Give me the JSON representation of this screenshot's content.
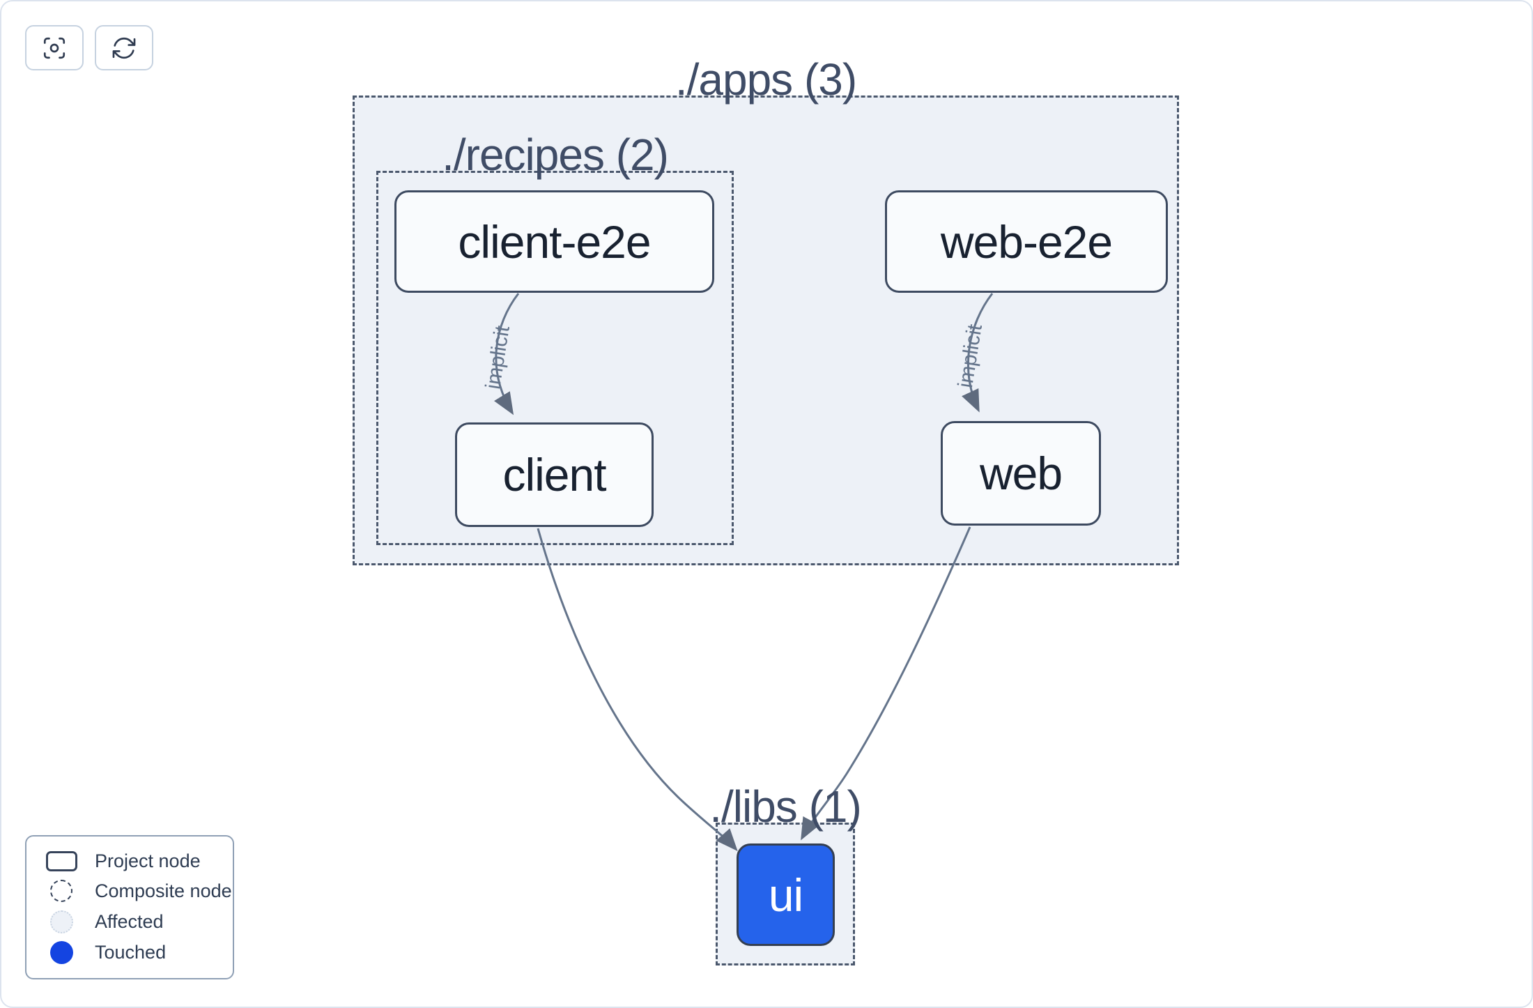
{
  "toolbar": {
    "buttons": [
      {
        "name": "zoom-to-fit",
        "icon": "viewfinder-circle-icon"
      },
      {
        "name": "refresh",
        "icon": "arrow-path-icon"
      }
    ]
  },
  "graph": {
    "groups": {
      "apps": {
        "label": "./apps (3)"
      },
      "recipes": {
        "label": "./recipes (2)"
      },
      "libs": {
        "label": "./libs (1)"
      }
    },
    "nodes": {
      "client_e2e": {
        "label": "client-e2e",
        "state": "default"
      },
      "web_e2e": {
        "label": "web-e2e",
        "state": "default"
      },
      "client": {
        "label": "client",
        "state": "default"
      },
      "web": {
        "label": "web",
        "state": "default"
      },
      "ui": {
        "label": "ui",
        "state": "touched"
      }
    },
    "edges": [
      {
        "from": "client-e2e",
        "to": "client",
        "label": "implicit"
      },
      {
        "from": "web-e2e",
        "to": "web",
        "label": "implicit"
      },
      {
        "from": "client",
        "to": "ui",
        "label": ""
      },
      {
        "from": "web",
        "to": "ui",
        "label": ""
      }
    ]
  },
  "legend": {
    "items": [
      {
        "label": "Project node",
        "swatch": "project-node-outline"
      },
      {
        "label": "Composite node",
        "swatch": "composite-node-dashed-circle"
      },
      {
        "label": "Affected",
        "swatch": "affected-light-circle"
      },
      {
        "label": "Touched",
        "swatch": "touched-blue-circle"
      }
    ]
  },
  "colors": {
    "touched_node_blue": "#2563eb",
    "legend_touched_blue": "#1444e1",
    "node_fill": "#f9fbfd",
    "node_border": "#3d4a60",
    "group_fill": "#edf1f7",
    "group_border": "#4b586d",
    "edge": "#64748b",
    "node_text": "#182130",
    "group_label_text": "#3f4c66"
  }
}
